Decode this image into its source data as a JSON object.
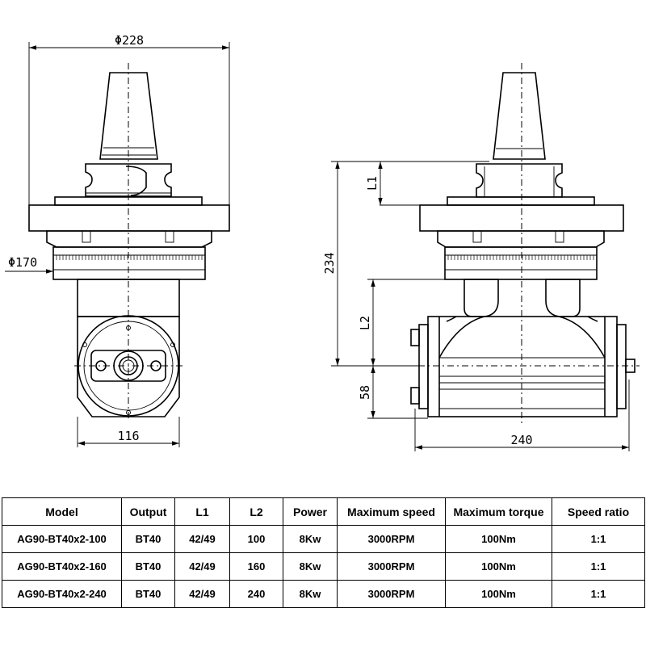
{
  "drawing": {
    "dims": {
      "diameter_top": "Φ228",
      "diameter_mid": "Φ170",
      "width_front": "116",
      "height_total": "234",
      "l1": "L1",
      "l2": "L2",
      "height_bottom": "58",
      "width_side": "240"
    }
  },
  "table": {
    "headers": [
      "Model",
      "Output",
      "L1",
      "L2",
      "Power",
      "Maximum speed",
      "Maximum torque",
      "Speed ratio"
    ],
    "rows": [
      [
        "AG90-BT40x2-100",
        "BT40",
        "42/49",
        "100",
        "8Kw",
        "3000RPM",
        "100Nm",
        "1:1"
      ],
      [
        "AG90-BT40x2-160",
        "BT40",
        "42/49",
        "160",
        "8Kw",
        "3000RPM",
        "100Nm",
        "1:1"
      ],
      [
        "AG90-BT40x2-240",
        "BT40",
        "42/49",
        "240",
        "8Kw",
        "3000RPM",
        "100Nm",
        "1:1"
      ]
    ]
  }
}
